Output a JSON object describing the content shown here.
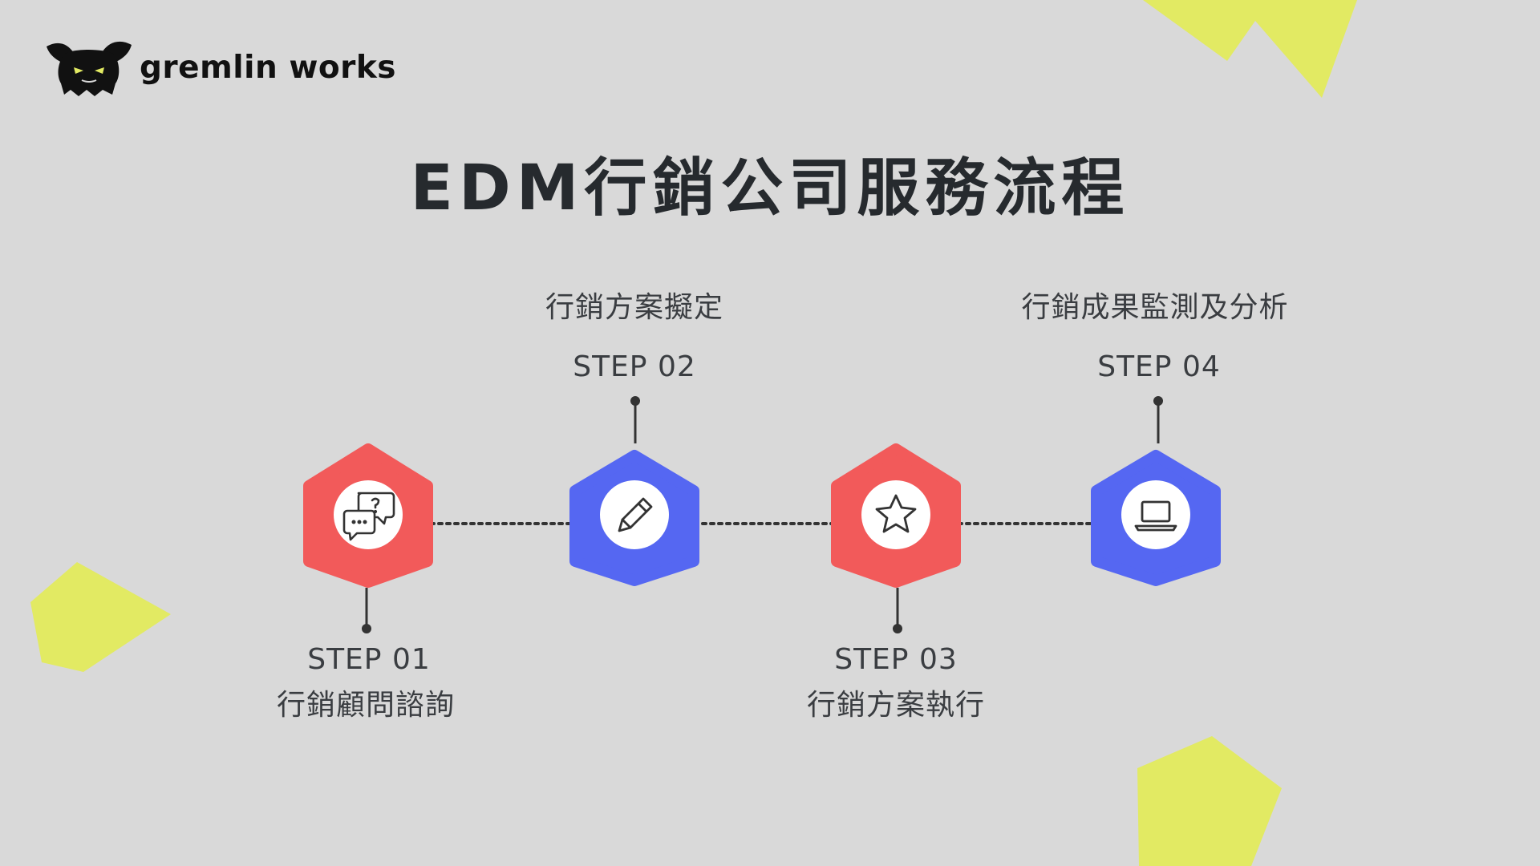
{
  "logo": {
    "text": "gremlin works",
    "icon": "gremlin-mascot-icon"
  },
  "title": "EDM行銷公司服務流程",
  "colors": {
    "background": "#d9d9d9",
    "accent_shape": "#e2ea63",
    "red_hex": "#f25a5a",
    "blue_hex": "#5567f2",
    "text_dark": "#262a2e",
    "connector": "#333333"
  },
  "steps": [
    {
      "step": "STEP 01",
      "name": "行銷顧問諮詢",
      "icon": "chat-question-icon",
      "color": "red",
      "label_position": "below"
    },
    {
      "step": "STEP 02",
      "name": "行銷方案擬定",
      "icon": "pencil-icon",
      "color": "blue",
      "label_position": "above"
    },
    {
      "step": "STEP 03",
      "name": "行銷方案執行",
      "icon": "star-icon",
      "color": "red",
      "label_position": "below"
    },
    {
      "step": "STEP 04",
      "name": "行銷成果監測及分析",
      "icon": "laptop-icon",
      "color": "blue",
      "label_position": "above"
    }
  ]
}
